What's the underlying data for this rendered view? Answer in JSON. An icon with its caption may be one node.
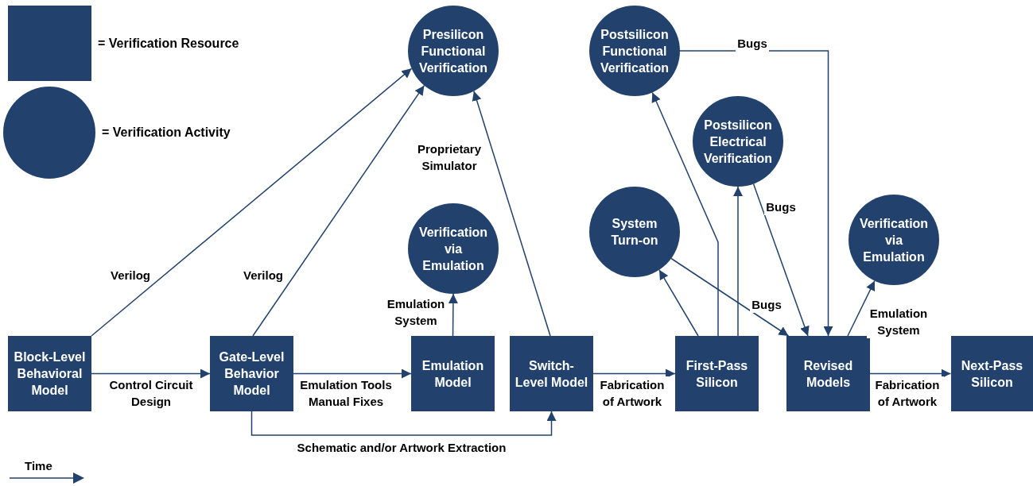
{
  "diagram": {
    "nodes": [
      {
        "text": [
          "Block-Level Behavioral Model"
        ]
      },
      {
        "text": [
          "Gate-Level Behavior Model"
        ]
      },
      {
        "text": [
          "Emulation Model"
        ]
      },
      {
        "text": [
          "Switch-Level Model"
        ]
      },
      {
        "text": [
          "First-Pass Silicon"
        ]
      },
      {
        "text": [
          "Revised Models"
        ]
      },
      {
        "text": [
          "Next-Pass Silicon"
        ]
      },
      {
        "text": [
          "Presilicon Functional Verification"
        ]
      },
      {
        "text": [
          "Verification via Emulation"
        ]
      },
      {
        "text": [
          "Postsilicon Functional Verification"
        ]
      },
      {
        "text": [
          "Postsilicon Electrical Verification"
        ]
      },
      {
        "text": [
          "System Turn-on"
        ]
      },
      {
        "text": [
          "Verification via Emulation"
        ]
      }
    ],
    "edges": [
      {
        "from": 0,
        "to": 1,
        "arrow": "to",
        "label": "Control Circuit Design"
      },
      {
        "from": 0,
        "to": 7,
        "arrow": "to",
        "label": "Verilog"
      },
      {
        "from": 1,
        "to": 7,
        "arrow": "to",
        "label": "Verilog"
      },
      {
        "from": 1,
        "to": 2,
        "arrow": "to",
        "label": "Emulation Tools Manual Fixes"
      },
      {
        "from": 1,
        "to": 3,
        "arrow": "to",
        "label": "Schematic and/or Artwork Extraction"
      },
      {
        "from": 2,
        "to": 8,
        "arrow": "to",
        "label": "Emulation System"
      },
      {
        "from": 3,
        "to": 7,
        "arrow": "to",
        "label": "Proprietary Simulator"
      },
      {
        "from": 3,
        "to": 4,
        "arrow": "to",
        "label": "Fabrication of Artwork"
      },
      {
        "from": 4,
        "to": 11,
        "arrow": "to"
      },
      {
        "from": 4,
        "to": 9,
        "arrow": "to"
      },
      {
        "from": 4,
        "to": 10,
        "arrow": "to"
      },
      {
        "from": 11,
        "to": 5,
        "arrow": "to",
        "label": "Bugs"
      },
      {
        "from": 10,
        "to": 5,
        "arrow": "to",
        "label": "Bugs"
      },
      {
        "from": 9,
        "to": 5,
        "arrow": "to",
        "label": "Bugs"
      },
      {
        "from": 5,
        "to": 12,
        "arrow": "to",
        "label": "Emulation System"
      },
      {
        "from": 5,
        "to": 6,
        "arrow": "to",
        "label": "Fabrication of Artwork"
      }
    ],
    "labels": [
      "Time"
    ],
    "legend": [
      {
        "text": "= Verification Resource"
      },
      {
        "text": "= Verification Activity"
      }
    ]
  }
}
